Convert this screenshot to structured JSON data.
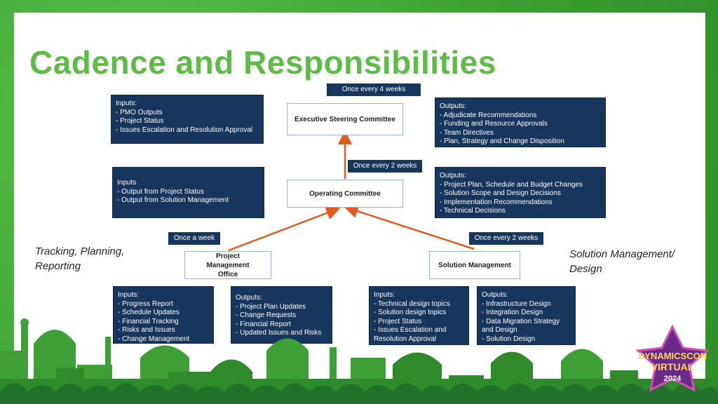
{
  "title": "Cadence and Responsibilities",
  "cadence": {
    "exec": "Once every 4 weeks",
    "operating": "Once every 2 weeks",
    "pmo": "Once a week",
    "solution": "Once every 2 weeks"
  },
  "nodes": {
    "exec": "Executive Steering Committee",
    "operating": "Operating Committee",
    "pmo": "Project Management Office",
    "solution": "Solution Management"
  },
  "side_labels": {
    "left": "Tracking, Planning, Reporting",
    "right": "Solution Management/ Design"
  },
  "boxes": {
    "exec_inputs": {
      "heading": "Inputs:",
      "items": [
        "- PMO Outputs",
        "- Project Status",
        "- Issues Escalation and Resolution Approval"
      ]
    },
    "exec_outputs": {
      "heading": "Outputs:",
      "items": [
        "-  Adjudicate Recommendations",
        "-  Funding and Resource Approvals",
        "-  Team Directives",
        "-  Plan, Strategy and Change Disposition"
      ]
    },
    "op_inputs": {
      "heading": "Inputs",
      "items": [
        "-  Output from Project Status",
        "-  Output from Solution Management"
      ]
    },
    "op_outputs": {
      "heading": "Outputs:",
      "items": [
        "-  Project Plan, Schedule and Budget Changes",
        "-  Solution Scope and Design Decisions",
        "-  Implementation Recommendations",
        "-  Technical Decisions"
      ]
    },
    "pmo_inputs": {
      "heading": "Inputs:",
      "items": [
        "- Progress Report",
        "- Schedule Updates",
        "- Financial Tracking",
        "- Risks and Issues",
        "- Change Management"
      ]
    },
    "pmo_outputs": {
      "heading": "Outputs:",
      "items": [
        "-  Project Plan Updates",
        "-  Change Requests",
        "-  Financial Report",
        "-  Updated Issues and Risks"
      ]
    },
    "sol_inputs": {
      "heading": "Inputs:",
      "items": [
        "- Technical design topics",
        "- Solution design topics",
        "- Project Status",
        "- Issues Escalation and Resolution Approval"
      ]
    },
    "sol_outputs": {
      "heading": "Outputs:",
      "items": [
        "-  Infrastructure Design",
        "-  Integration Design",
        "-  Data Migration Strategy and Design",
        "-  Solution Design"
      ]
    }
  },
  "badge": {
    "line1": "DYNAMICSCON",
    "line2": "VIRTUAL",
    "line3": "2024"
  },
  "colors": {
    "title": "#5dbb46",
    "box": "#17365d",
    "arrow": "#e05a1e",
    "background": "#3fa535"
  }
}
